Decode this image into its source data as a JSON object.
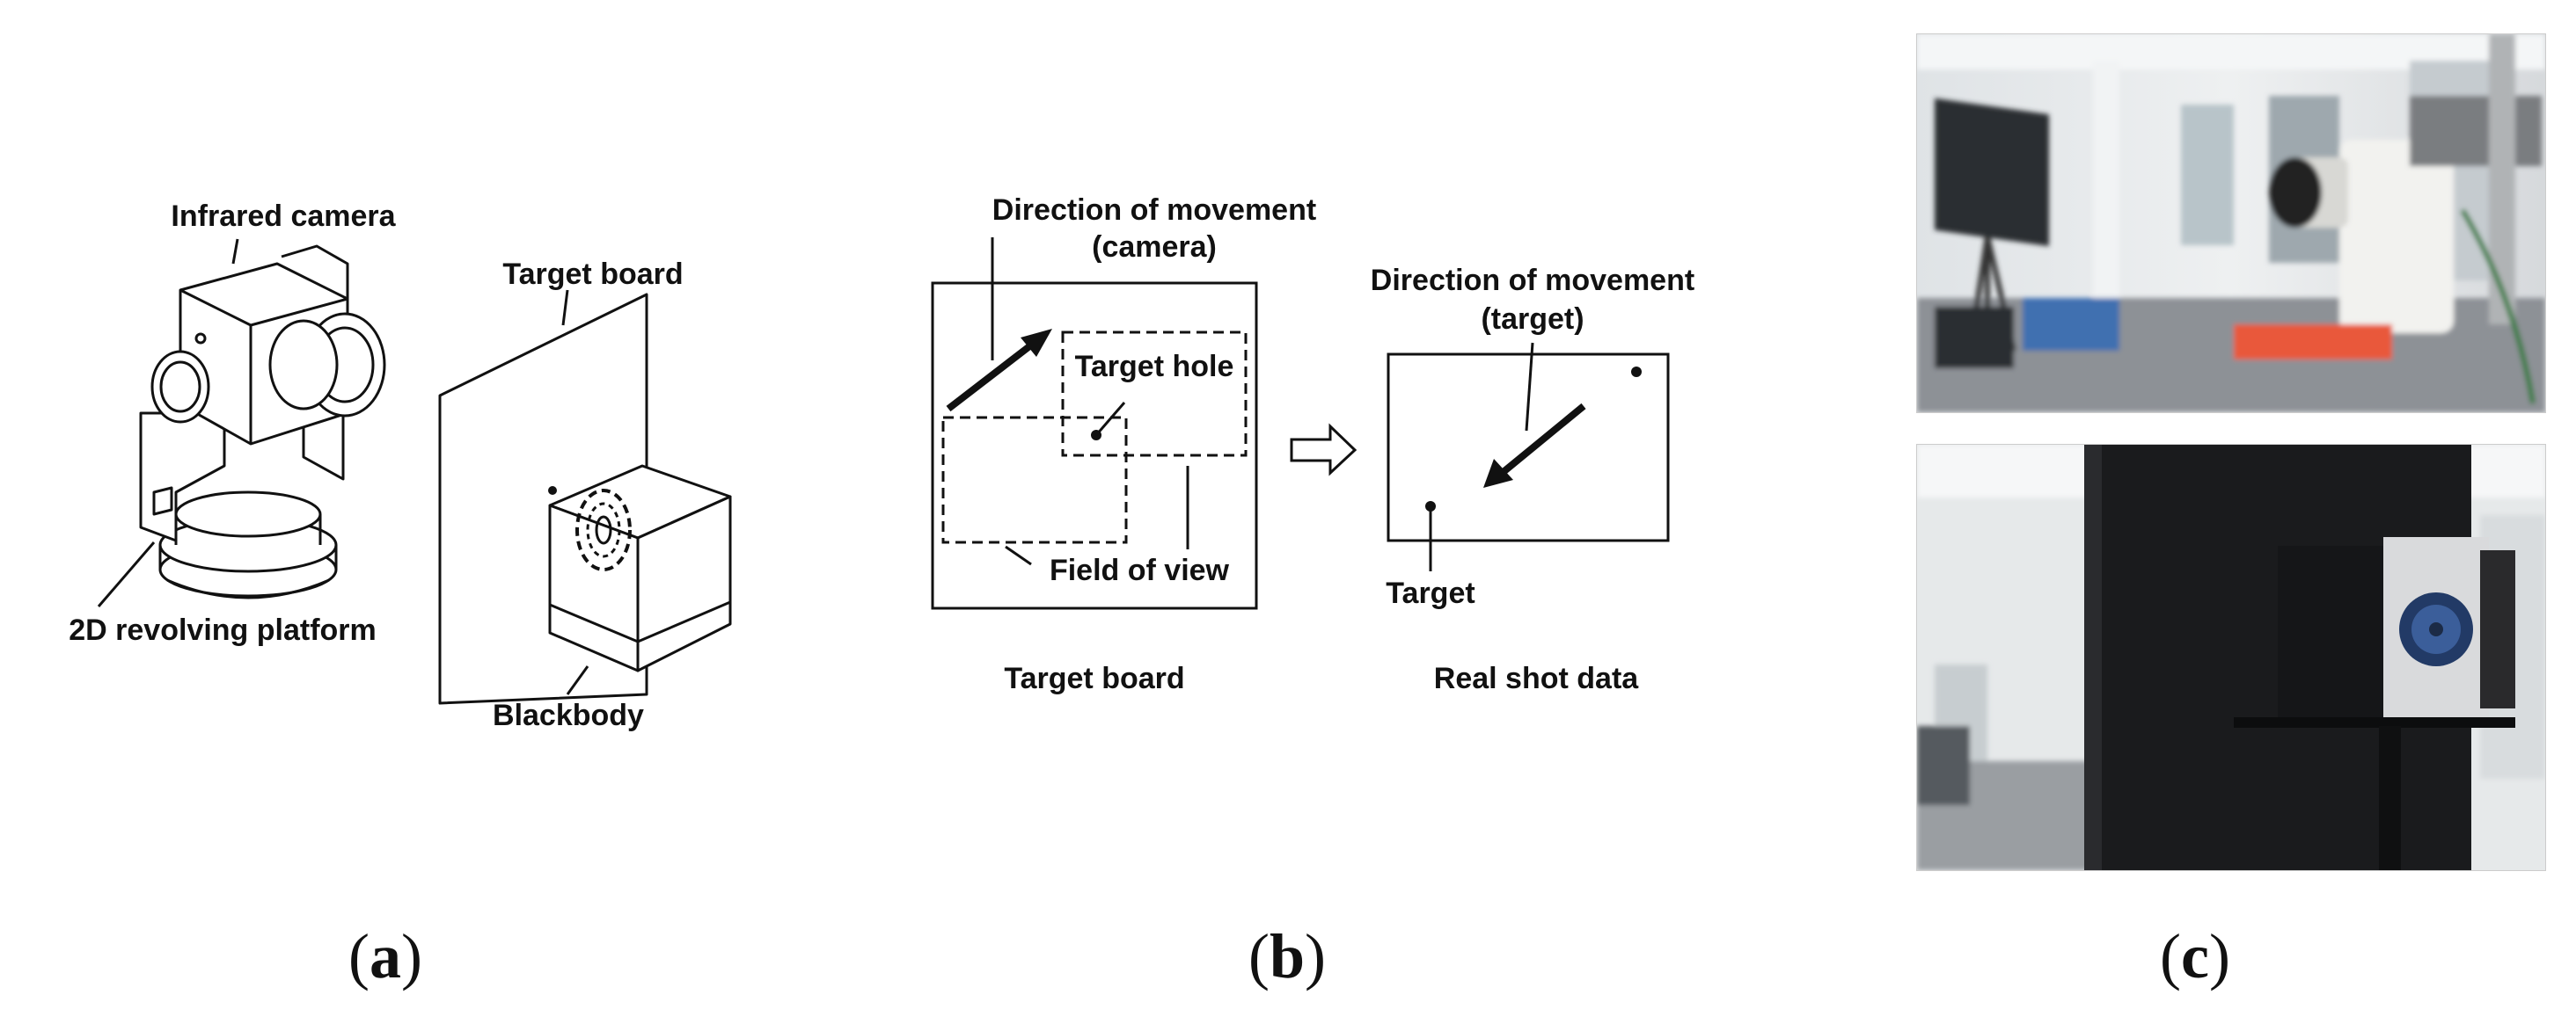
{
  "panel_a": {
    "infrared_camera": "Infrared camera",
    "target_board": "Target board",
    "platform": "2D revolving platform",
    "blackbody": "Blackbody",
    "caption": "a"
  },
  "panel_b": {
    "dir_camera_line1": "Direction of movement",
    "dir_camera_line2": "(camera)",
    "target_hole": "Target hole",
    "field_of_view": "Field of view",
    "board_caption": "Target board",
    "dir_target_line1": "Direction of movement",
    "dir_target_line2": "(target)",
    "target": "Target",
    "real_shot_caption": "Real shot data",
    "caption": "b"
  },
  "panel_c": {
    "caption": "c"
  }
}
